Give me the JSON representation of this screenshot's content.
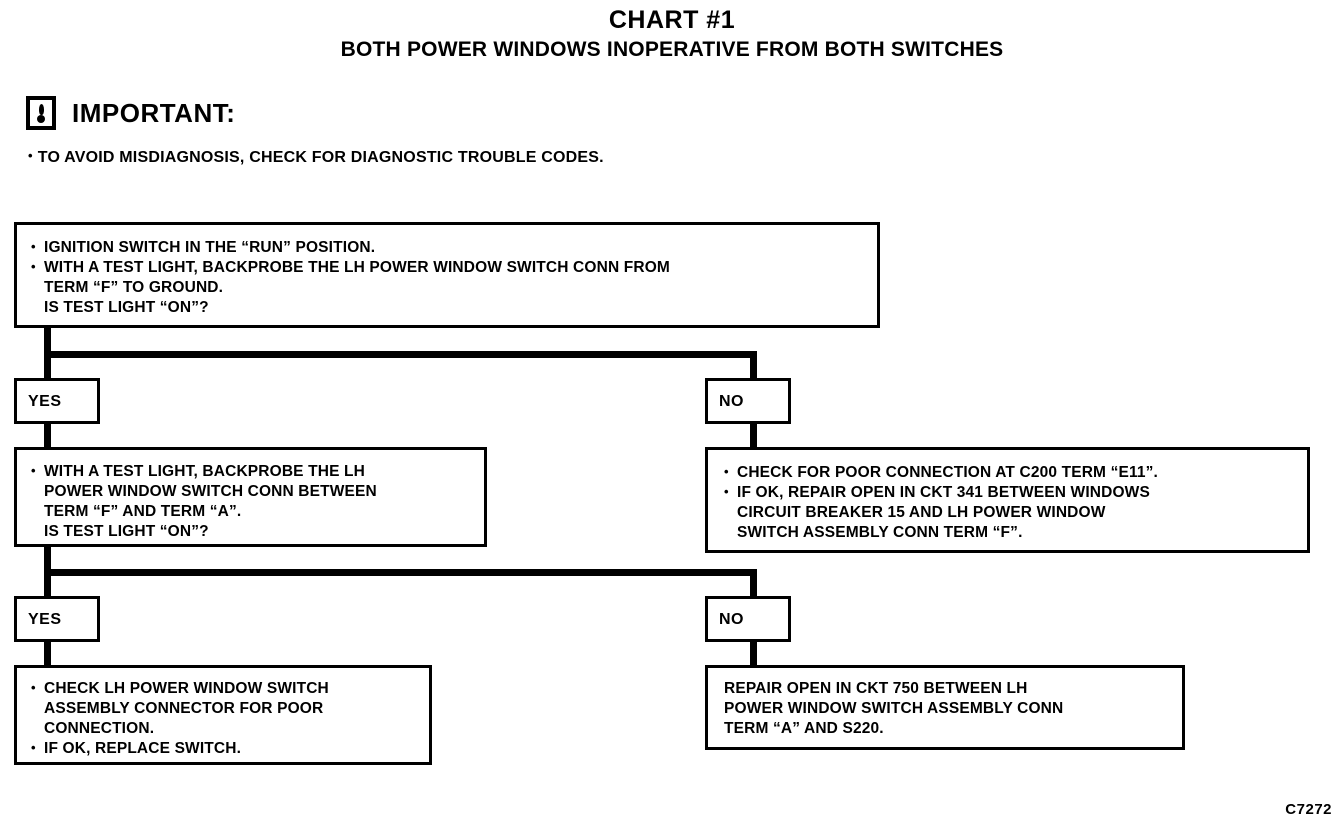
{
  "header": {
    "title": "CHART #1",
    "subtitle": "BOTH POWER WINDOWS INOPERATIVE FROM BOTH SWITCHES"
  },
  "important": {
    "icon": "exclamation-box-icon",
    "label": "IMPORTANT:",
    "note": "TO AVOID MISDIAGNOSIS, CHECK FOR DIAGNOSTIC TROUBLE CODES."
  },
  "flow": {
    "step1": {
      "line1": "IGNITION SWITCH IN THE “RUN” POSITION.",
      "line2": "WITH A TEST LIGHT, BACKPROBE THE LH POWER WINDOW SWITCH CONN FROM",
      "line3": "TERM “F” TO GROUND.",
      "line4": "IS TEST LIGHT “ON”?"
    },
    "branch1": {
      "yes": "YES",
      "no": "NO"
    },
    "step2_yes": {
      "line1": "WITH A TEST LIGHT, BACKPROBE THE LH",
      "line2": "POWER WINDOW SWITCH CONN BETWEEN",
      "line3": "TERM “F” AND TERM “A”.",
      "line4": "IS TEST LIGHT “ON”?"
    },
    "step2_no": {
      "line1": "CHECK FOR POOR CONNECTION AT C200 TERM “E11”.",
      "line2": "IF OK, REPAIR OPEN IN CKT 341 BETWEEN WINDOWS",
      "line3": "CIRCUIT BREAKER 15 AND LH POWER WINDOW",
      "line4": "SWITCH ASSEMBLY CONN TERM “F”."
    },
    "branch2": {
      "yes": "YES",
      "no": "NO"
    },
    "step3_yes": {
      "line1": "CHECK LH POWER WINDOW SWITCH",
      "line2": "ASSEMBLY CONNECTOR FOR POOR",
      "line3": "CONNECTION.",
      "line4": "IF OK, REPLACE SWITCH."
    },
    "step3_no": {
      "line1": "REPAIR OPEN IN CKT 750 BETWEEN LH",
      "line2": "POWER WINDOW SWITCH ASSEMBLY CONN",
      "line3": "TERM “A” AND S220."
    }
  },
  "footer": {
    "code": "C7272"
  },
  "colors": {
    "ink": "#000000",
    "paper": "#ffffff"
  }
}
